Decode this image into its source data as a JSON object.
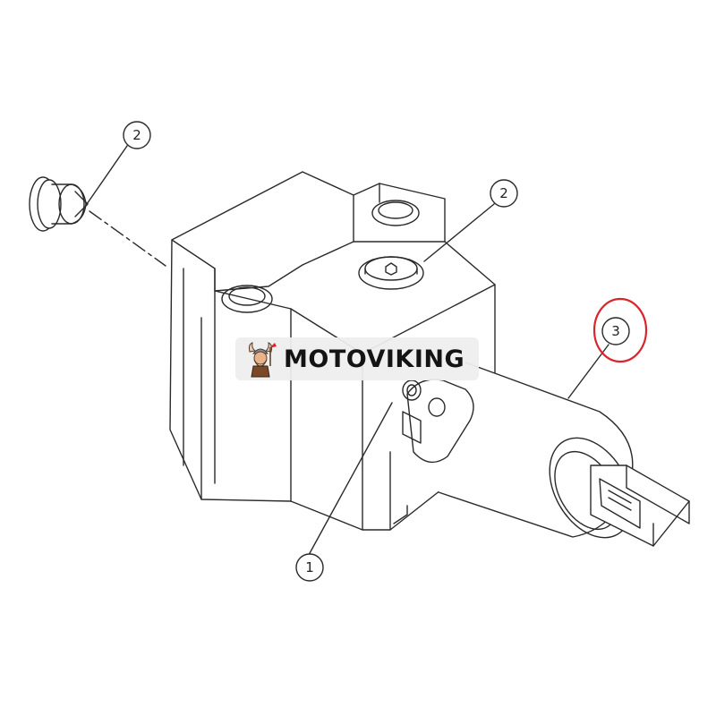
{
  "watermark": {
    "text": "MOTOVIKING",
    "logo_icon": "viking-mascot-icon"
  },
  "callouts": [
    {
      "id": "plug-left",
      "label": "2"
    },
    {
      "id": "plug-top",
      "label": "2"
    },
    {
      "id": "solenoid",
      "label": "3",
      "highlighted": true
    },
    {
      "id": "orifice",
      "label": "1"
    }
  ],
  "colors": {
    "line": "#2a2a2a",
    "highlight": "#d9262c",
    "watermark_bg": "#eeeeee"
  }
}
